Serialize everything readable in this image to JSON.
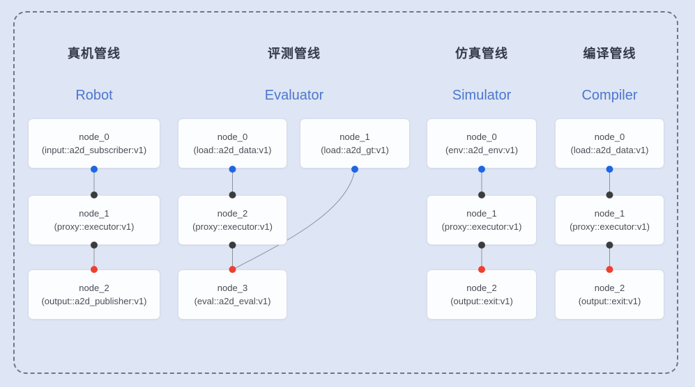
{
  "diagram": {
    "type": "pipeline-node-graph",
    "boundary": "dashed-rounded-rectangle"
  },
  "colors": {
    "background": "#dee5f4",
    "panel_dashed_border": "#70768a",
    "node_fill": "#fcfdff",
    "node_border": "#d6dbe7",
    "edge": "#8d929c",
    "port_blue": "#1e66e3",
    "port_dark": "#3b3c3e",
    "port_red": "#ee4030",
    "title_zh_color": "#33384a",
    "title_en_color": "#4c77ce",
    "node_text_color": "#4a4e56"
  },
  "pipelines": [
    {
      "id": "robot",
      "title_zh": "真机管线",
      "title_en": "Robot",
      "nodes": [
        {
          "name": "node_0",
          "type": "(input::a2d_subscriber:v1)"
        },
        {
          "name": "node_1",
          "type": "(proxy::executor:v1)"
        },
        {
          "name": "node_2",
          "type": "(output::a2d_publisher:v1)"
        }
      ]
    },
    {
      "id": "evaluator",
      "title_zh": "评测管线",
      "title_en": "Evaluator",
      "nodes": [
        {
          "name": "node_0",
          "type": "(load::a2d_data:v1)"
        },
        {
          "name": "node_1",
          "type": "(load::a2d_gt:v1)"
        },
        {
          "name": "node_2",
          "type": "(proxy::executor:v1)"
        },
        {
          "name": "node_3",
          "type": "(eval::a2d_eval:v1)"
        }
      ]
    },
    {
      "id": "simulator",
      "title_zh": "仿真管线",
      "title_en": "Simulator",
      "nodes": [
        {
          "name": "node_0",
          "type": "(env::a2d_env:v1)"
        },
        {
          "name": "node_1",
          "type": "(proxy::executor:v1)"
        },
        {
          "name": "node_2",
          "type": "(output::exit:v1)"
        }
      ]
    },
    {
      "id": "compiler",
      "title_zh": "编译管线",
      "title_en": "Compiler",
      "nodes": [
        {
          "name": "node_0",
          "type": "(load::a2d_data:v1)"
        },
        {
          "name": "node_1",
          "type": "(proxy::executor:v1)"
        },
        {
          "name": "node_2",
          "type": "(output::exit:v1)"
        }
      ]
    }
  ],
  "edges": [
    {
      "from": "robot.node_0",
      "to": "robot.node_1",
      "style": "straight"
    },
    {
      "from": "robot.node_1",
      "to": "robot.node_2",
      "style": "straight"
    },
    {
      "from": "evaluator.node_0",
      "to": "evaluator.node_2",
      "style": "straight"
    },
    {
      "from": "evaluator.node_1",
      "to": "evaluator.node_3",
      "style": "curved"
    },
    {
      "from": "evaluator.node_2",
      "to": "evaluator.node_3",
      "style": "straight"
    },
    {
      "from": "simulator.node_0",
      "to": "simulator.node_1",
      "style": "straight"
    },
    {
      "from": "simulator.node_1",
      "to": "simulator.node_2",
      "style": "straight"
    },
    {
      "from": "compiler.node_0",
      "to": "compiler.node_1",
      "style": "straight"
    },
    {
      "from": "compiler.node_1",
      "to": "compiler.node_2",
      "style": "straight"
    }
  ]
}
